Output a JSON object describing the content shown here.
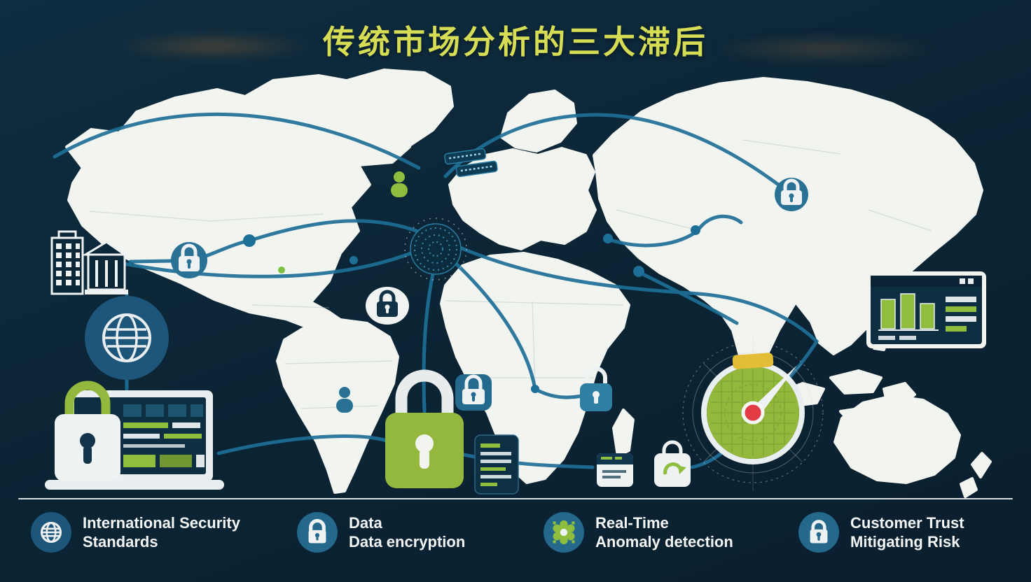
{
  "title": "传统市场分析的三大滞后",
  "legend": {
    "items": [
      {
        "icon": "globe-icon",
        "line1": "International Security",
        "line2": "Standards"
      },
      {
        "icon": "padlock-icon",
        "line1": "Data",
        "line2": "Data encryption"
      },
      {
        "icon": "gear-icon",
        "line1": "Real-Time",
        "line2": "Anomaly detection"
      },
      {
        "icon": "lock-icon",
        "line1": "Customer Trust",
        "line2": "Mitigating Risk"
      }
    ]
  },
  "colors": {
    "background": "#0c2738",
    "land": "#f2f4f0",
    "route_teal": "#1e6f97",
    "accent_green": "#8fbe3f",
    "accent_blue": "#2a7295",
    "title_yellow": "#d6dd55",
    "radar_red": "#e23b43",
    "radar_cap_yellow": "#e3bd38"
  },
  "map_icons": [
    "office-buildings-icon",
    "globe-network-icon",
    "laptop-dashboard-icon",
    "white-padlock-green-shackle-icon",
    "green-padlock-icon",
    "blue-lock-badge-icons",
    "white-circle-lock-icon",
    "dotted-globe-node-icon",
    "user-icons",
    "data-card-icon",
    "id-card-icons",
    "refresh-card-icon",
    "radar-target-icon",
    "analytics-panel-icon",
    "led-ticket-icons"
  ]
}
